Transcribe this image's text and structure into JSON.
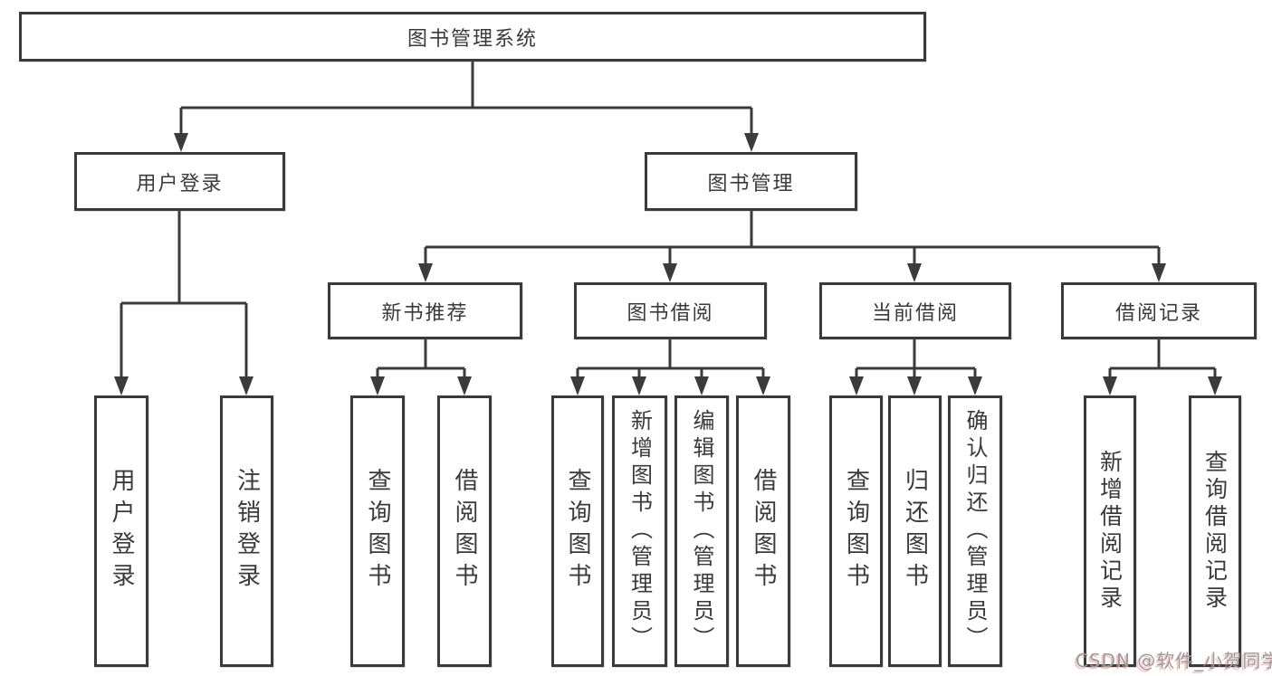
{
  "colors": {
    "background": "#ffffff",
    "line": "#3b3b3b",
    "box_border": "#3a3a3a",
    "text": "#3a3a3a",
    "watermark_gray": "#9b9b9b",
    "watermark_red_shadow": "#eb9687"
  },
  "tree": {
    "root": {
      "label": "图书管理系统",
      "children": [
        {
          "label": "用户登录",
          "children": [
            {
              "label": "用户登录"
            },
            {
              "label": "注销登录"
            }
          ]
        },
        {
          "label": "图书管理",
          "children": [
            {
              "label": "新书推荐",
              "children": [
                {
                  "label": "查询图书"
                },
                {
                  "label": "借阅图书"
                }
              ]
            },
            {
              "label": "图书借阅",
              "children": [
                {
                  "label": "查询图书"
                },
                {
                  "label": "新增图书（管理员）"
                },
                {
                  "label": "编辑图书（管理员）"
                },
                {
                  "label": "借阅图书"
                }
              ]
            },
            {
              "label": "当前借阅",
              "children": [
                {
                  "label": "查询图书"
                },
                {
                  "label": "归还图书"
                },
                {
                  "label": "确认归还（管理员）"
                }
              ]
            },
            {
              "label": "借阅记录",
              "children": [
                {
                  "label": "新增借阅记录"
                },
                {
                  "label": "查询借阅记录"
                }
              ]
            }
          ]
        }
      ]
    }
  },
  "watermark": {
    "text": "CSDN @软件_小贺同学"
  }
}
